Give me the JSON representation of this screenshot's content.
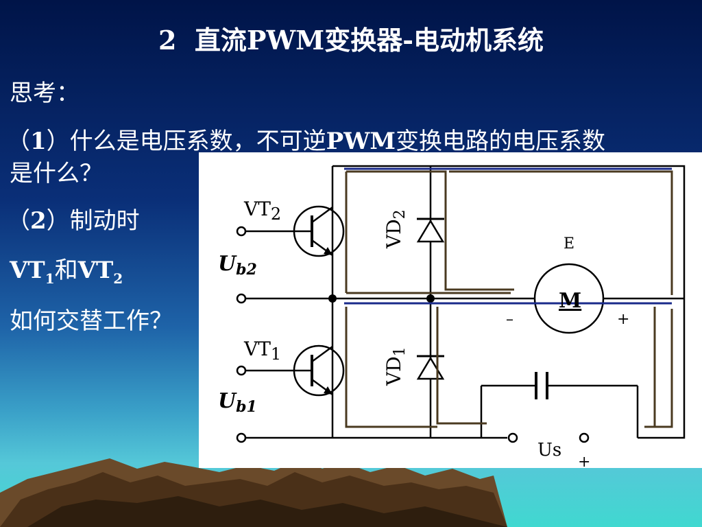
{
  "slide": {
    "title_num": "2",
    "title_a": "直流",
    "title_b": "PWM",
    "title_c": "变换器",
    "title_d": "-",
    "title_e": "电动机系统"
  },
  "content": {
    "think": "思考：",
    "q1_part1": "（",
    "q1_num": "1",
    "q1_part2": "）什么是电压系数，不可逆",
    "q1_pwm": "PWM",
    "q1_part3": "变换电路的电压系数",
    "q1_line2": "是什么？",
    "q2_part1": "（",
    "q2_num": "2",
    "q2_part2": "）制动时",
    "vt_a": "VT",
    "vt_a_sub": "1",
    "vt_and": "和",
    "vt_b": "VT",
    "vt_b_sub": "2",
    "alt": "如何交替工作？"
  },
  "circuit": {
    "vt2_main": "VT",
    "vt2_sub": "2",
    "ub2_main": "U",
    "ub2_sub": "b2",
    "vt1_main": "VT",
    "vt1_sub": "1",
    "ub1_main": "U",
    "ub1_sub": "b1",
    "vd2_main": "VD",
    "vd2_sub": "2",
    "vd1_main": "VD",
    "vd1_sub": "1",
    "motor_label": "M",
    "emf_label": "E",
    "minus": "–",
    "plus": "+",
    "source_label": "Us",
    "source_plus": "+"
  },
  "colors": {
    "wire": "#000000",
    "highlight_brown": "#4a3a20",
    "highlight_blue": "#1a2a8a"
  }
}
